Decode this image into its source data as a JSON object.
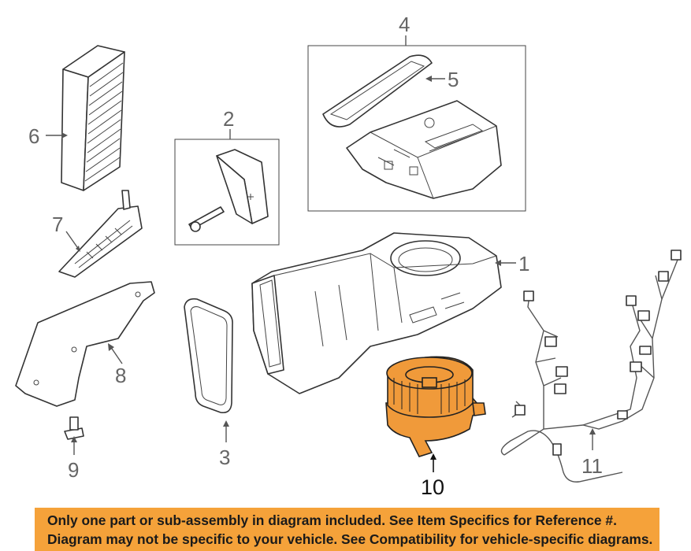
{
  "callouts": [
    "1",
    "2",
    "3",
    "4",
    "5",
    "6",
    "7",
    "8",
    "9",
    "10",
    "11"
  ],
  "disclaimer": {
    "line1": "Only one part or sub-assembly in diagram included. See Item Specifics for Reference #.",
    "line2": "Diagram may not be specific to your vehicle. See Compatibility for vehicle-specific diagrams."
  },
  "colors": {
    "highlight": "#f09a3a",
    "banner": "#f5a23a",
    "callout_text": "#666666"
  }
}
